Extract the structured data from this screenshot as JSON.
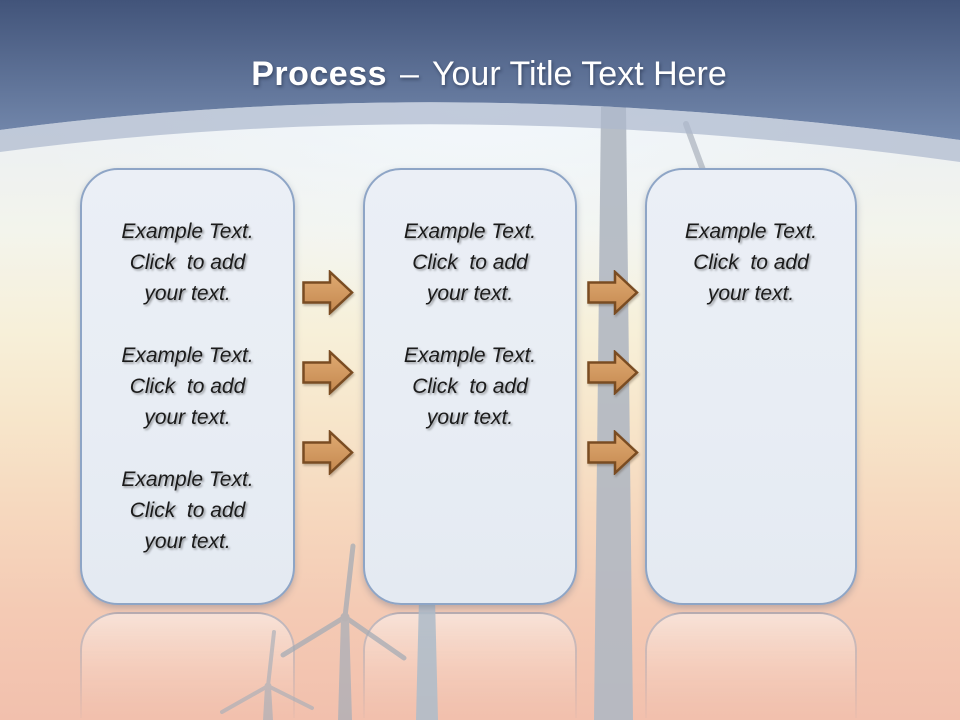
{
  "slide_title": {
    "bold": "Process",
    "dash": "–",
    "rest": "Your Title Text Here"
  },
  "boxes": [
    {
      "name": "step-1",
      "paragraphs": [
        "Example Text.\nClick  to add\nyour text.",
        "Example Text.\nClick  to add\nyour text.",
        "Example Text.\nClick  to add\nyour text."
      ]
    },
    {
      "name": "step-2",
      "paragraphs": [
        "Example Text.\nClick  to add\nyour text.",
        "Example Text.\nClick  to add\nyour text."
      ]
    },
    {
      "name": "step-3",
      "paragraphs": [
        "Example Text.\nClick  to add\nyour text."
      ]
    }
  ],
  "arrows": {
    "between_step1_and_step2": 3,
    "between_step2_and_step3": 3,
    "direction": "right"
  },
  "colors": {
    "header_gradient_top": "#46587d",
    "header_gradient_bottom": "#7489ad",
    "arc_band": "#b7c2d4",
    "box_fill": "#e9eef5",
    "box_border": "#8ea5c6",
    "arrow_fill_top": "#dfaa72",
    "arrow_fill_bottom": "#c4884f",
    "arrow_border": "#7a4c22",
    "body_text": "#1b1b1b",
    "title_text": "#ffffff",
    "sunset_top": "#eef2f3",
    "sunset_bottom": "#f2c0ad",
    "turbine_silhouette": "#aab2bd"
  },
  "background": {
    "scene": "wind-turbine-sunset-silhouette"
  }
}
